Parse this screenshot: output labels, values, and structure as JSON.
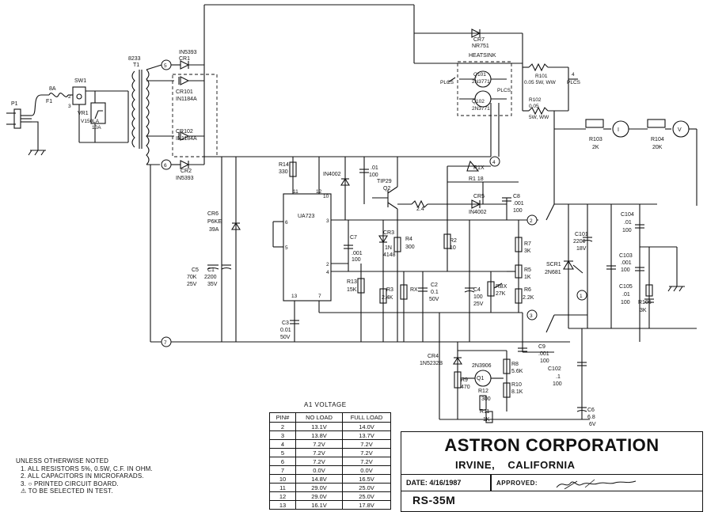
{
  "schematic": {
    "components": {
      "p1": "P1",
      "fuse": "F1",
      "fuse_rating": "8A",
      "switch": "SW1",
      "sw_pin2": "2",
      "sw_pin3": "3",
      "varistor": "VR1",
      "varistor_part": "V150LA",
      "varistor_rating": "10A",
      "transformer_part": "8233",
      "transformer": "T1",
      "cr1": "CR1",
      "cr1_part": "IN5393",
      "cr101": "CR101",
      "cr101_part": "IN1184A",
      "cr102": "CR102",
      "cr102_part": "IN1184A",
      "cr2": "CR2",
      "cr2_part": "IN5393",
      "cr6": "CR6",
      "cr6_part": "P6KE",
      "cr6_value": "39A",
      "c5": "C5",
      "c5_value": "70K",
      "c5_voltage": "25V",
      "c1": "C1",
      "c1_value": "2200",
      "c1_voltage": "35V",
      "r14": "R14",
      "r14_value": "330",
      "diode_in4002": "IN4002",
      "cap_01": ".01",
      "cap_100": "100",
      "tip29": "TIP29",
      "q2": "Q2",
      "ic": "UA723",
      "ic_pin11": "11",
      "ic_pin12": "12",
      "ic_pin10": "10",
      "ic_pin6": "6",
      "ic_pin5": "5",
      "ic_pin3": "3",
      "ic_pin2": "2",
      "ic_pin4": "4",
      "ic_pin13": "13",
      "ic_pin7": "7",
      "c7": "C7",
      "c7_value": ".001",
      "c7_voltage": "100",
      "cr3": "CR3",
      "cr3_part": "1N",
      "cr3_part2": "4148",
      "r4": "R4",
      "r4_value": "300",
      "r13": "R13",
      "r13_value": "15K",
      "r3": "R3",
      "r3_value": "2.4K",
      "rx": "RX",
      "c2": "C2",
      "c2_value": "0.1",
      "c2_voltage": "50V",
      "c3": "C3",
      "c3_value": "0.01",
      "c3_voltage": "50V",
      "r_24": "2.4",
      "r2": "R2",
      "r2_value": "10",
      "c4": "C4",
      "c4_value": "100",
      "c4_voltage": "25V",
      "rbx": "RBX",
      "rbx_value": "27K",
      "cr7": "CR7",
      "cr7_part": "NR751",
      "heatsink": "HEATSINK",
      "q101": "Q101",
      "q101_part": "2N3771",
      "q102": "Q102",
      "q102_part": "2N3771",
      "plcs_left": "PLCS",
      "plcs_mid": "PLCS",
      "plcs_right": "PLCS",
      "plcs_count": "4",
      "r101": "R101",
      "r101_value": "0.05 5W, WW",
      "r102": "R102",
      "r102_value": "0.05",
      "r102_rating": "5W, WW",
      "r103": "R103",
      "r103_value": "2K",
      "r104": "R104",
      "r104_value": "20K",
      "meter_i": "I",
      "meter_v": "V",
      "r1x": "R1X",
      "r1_18": "R1  18",
      "cr5": "CR5",
      "cr5_part": "IN4002",
      "c8": "C8",
      "c8_value": ".001",
      "c8_voltage": "100",
      "r7": "R7",
      "r7_value": "3K",
      "r5": "R5",
      "r5_value": "1K",
      "r6": "R6",
      "r6_value": "2.2K",
      "c101": "C101",
      "c101_value": "2200",
      "c101_voltage": "18V",
      "scr1": "SCR1",
      "scr1_part": "2N681",
      "c104": "C104",
      "c104_value": ".01",
      "c104_voltage": "100",
      "c103": "C103",
      "c103_value": ".001",
      "c103_voltage": "100",
      "c105": "C105",
      "c105_value": ".01",
      "c105_voltage": "100",
      "r105": "R105",
      "r105_value": "3K",
      "cr4": "CR4",
      "cr4_part": "1N5232B",
      "c9": "C9",
      "c9_value": ".001",
      "c9_voltage": "100",
      "q1_part": "2N3906",
      "q1": "Q1",
      "r8": "R8",
      "r8_value": "5.6K",
      "r9": "R9",
      "r9_value": "470",
      "r10": "R10",
      "r10_value": "8.1K",
      "r12": "R12",
      "r12_value": "300",
      "r11": "R11",
      "r11_value": "1K",
      "c102": "C102",
      "c102_value": ".1",
      "c102_voltage": "100",
      "c6": "C6",
      "c6_value": "6.8",
      "c6_voltage": "6V"
    },
    "nodes": [
      "5",
      "6",
      "7",
      "2",
      "4",
      "3",
      "1"
    ]
  },
  "notes": {
    "heading": "UNLESS OTHERWISE NOTED",
    "items": [
      "1. ALL RESISTORS 5%, 0.5W, C.F. IN OHM.",
      "2. ALL CAPACITORS IN MICROFARADS.",
      "3. ○ PRINTED CIRCUIT BOARD.",
      "⚠ TO BE SELECTED IN TEST."
    ]
  },
  "voltage_table": {
    "title": "A1 VOLTAGE",
    "headers": [
      "PIN#",
      "NO LOAD",
      "FULL LOAD"
    ],
    "rows": [
      [
        "2",
        "13.1V",
        "14.0V"
      ],
      [
        "3",
        "13.8V",
        "13.7V"
      ],
      [
        "4",
        "7.2V",
        "7.2V"
      ],
      [
        "5",
        "7.2V",
        "7.2V"
      ],
      [
        "6",
        "7.2V",
        "7.2V"
      ],
      [
        "7",
        "0.0V",
        "0.0V"
      ],
      [
        "10",
        "14.8V",
        "16.5V"
      ],
      [
        "11",
        "29.0V",
        "25.0V"
      ],
      [
        "12",
        "29.0V",
        "25.0V"
      ],
      [
        "13",
        "16.1V",
        "17.8V"
      ]
    ]
  },
  "title_block": {
    "company": "ASTRON CORPORATION",
    "city": "IRVINE,",
    "state": "CALIFORNIA",
    "date_label": "DATE:",
    "date": "4/16/1987",
    "approved_label": "APPROVED:",
    "model": "RS-35M"
  }
}
